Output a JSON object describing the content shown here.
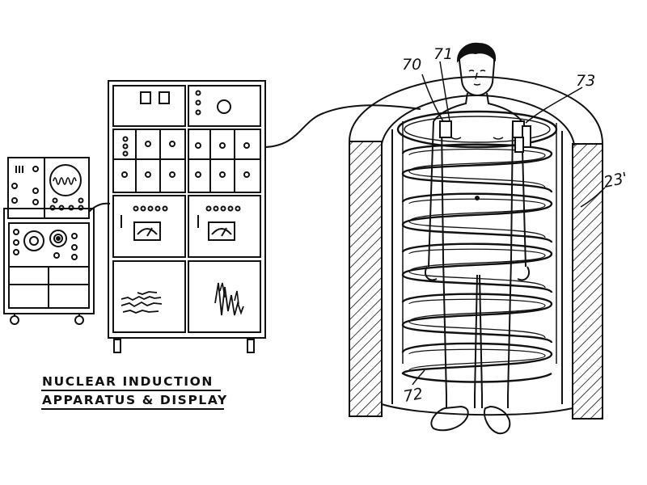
{
  "caption": {
    "line1": "NUCLEAR INDUCTION",
    "line2": "APPARATUS & DISPLAY"
  },
  "reference_numerals": {
    "r70": "70",
    "r71": "71",
    "r73": "73",
    "r72": "72",
    "r23": "23'"
  },
  "colors": {
    "ink": "#111111",
    "paper": "#ffffff"
  }
}
